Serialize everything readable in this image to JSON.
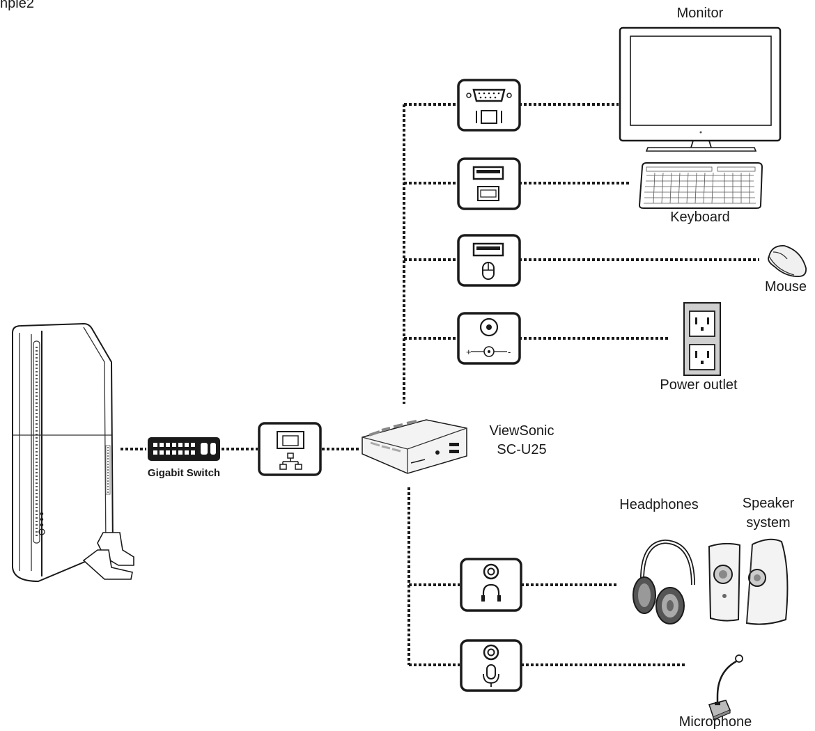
{
  "corner_text": "nple2",
  "labels": {
    "monitor": "Monitor",
    "keyboard": "Keyboard",
    "mouse": "Mouse",
    "power_outlet": "Power outlet",
    "device_line1": "ViewSonic",
    "device_line2": "SC-U25",
    "gigabit_switch": "Gigabit Switch",
    "headphones": "Headphones",
    "speaker_line1": "Speaker",
    "speaker_line2": "system",
    "microphone": "Microphone"
  },
  "colors": {
    "line": "#1a1a1a",
    "background": "#ffffff"
  }
}
